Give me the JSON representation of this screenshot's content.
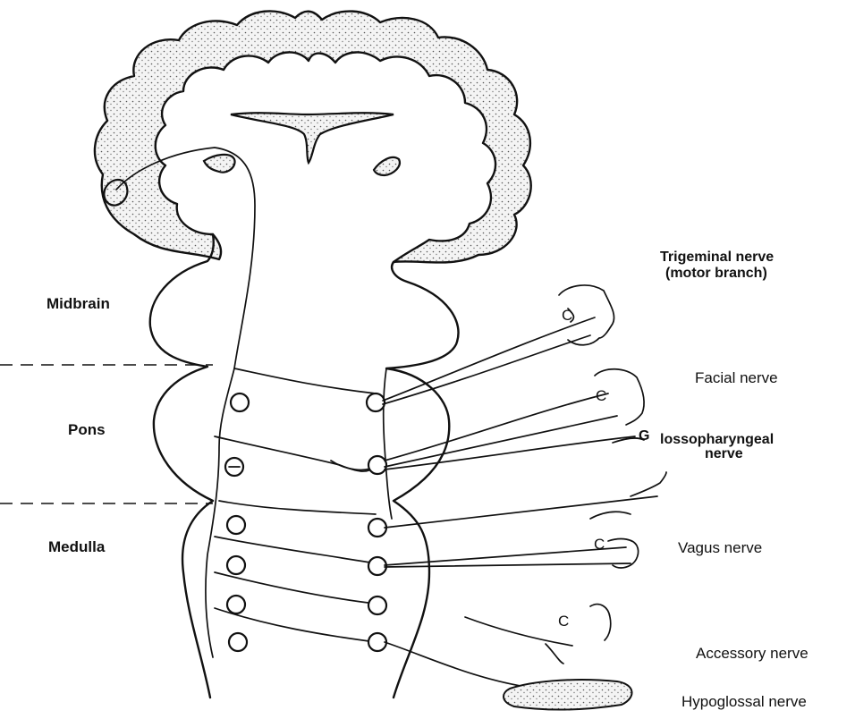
{
  "regions": {
    "midbrain": "Midbrain",
    "pons": "Pons",
    "medulla": "Medulla"
  },
  "nerves": {
    "trigeminal_line1": "Trigeminal nerve",
    "trigeminal_line2": "(motor branch)",
    "facial": "Facial nerve",
    "glosso_line1": "lossopharyngeal",
    "glosso_line2": "nerve",
    "vagus": "Vagus nerve",
    "accessory": "Accessory nerve",
    "hypoglossal": "Hypoglossal nerve"
  },
  "glyphs": {
    "glosso_g": "G",
    "ear_c": "C"
  }
}
